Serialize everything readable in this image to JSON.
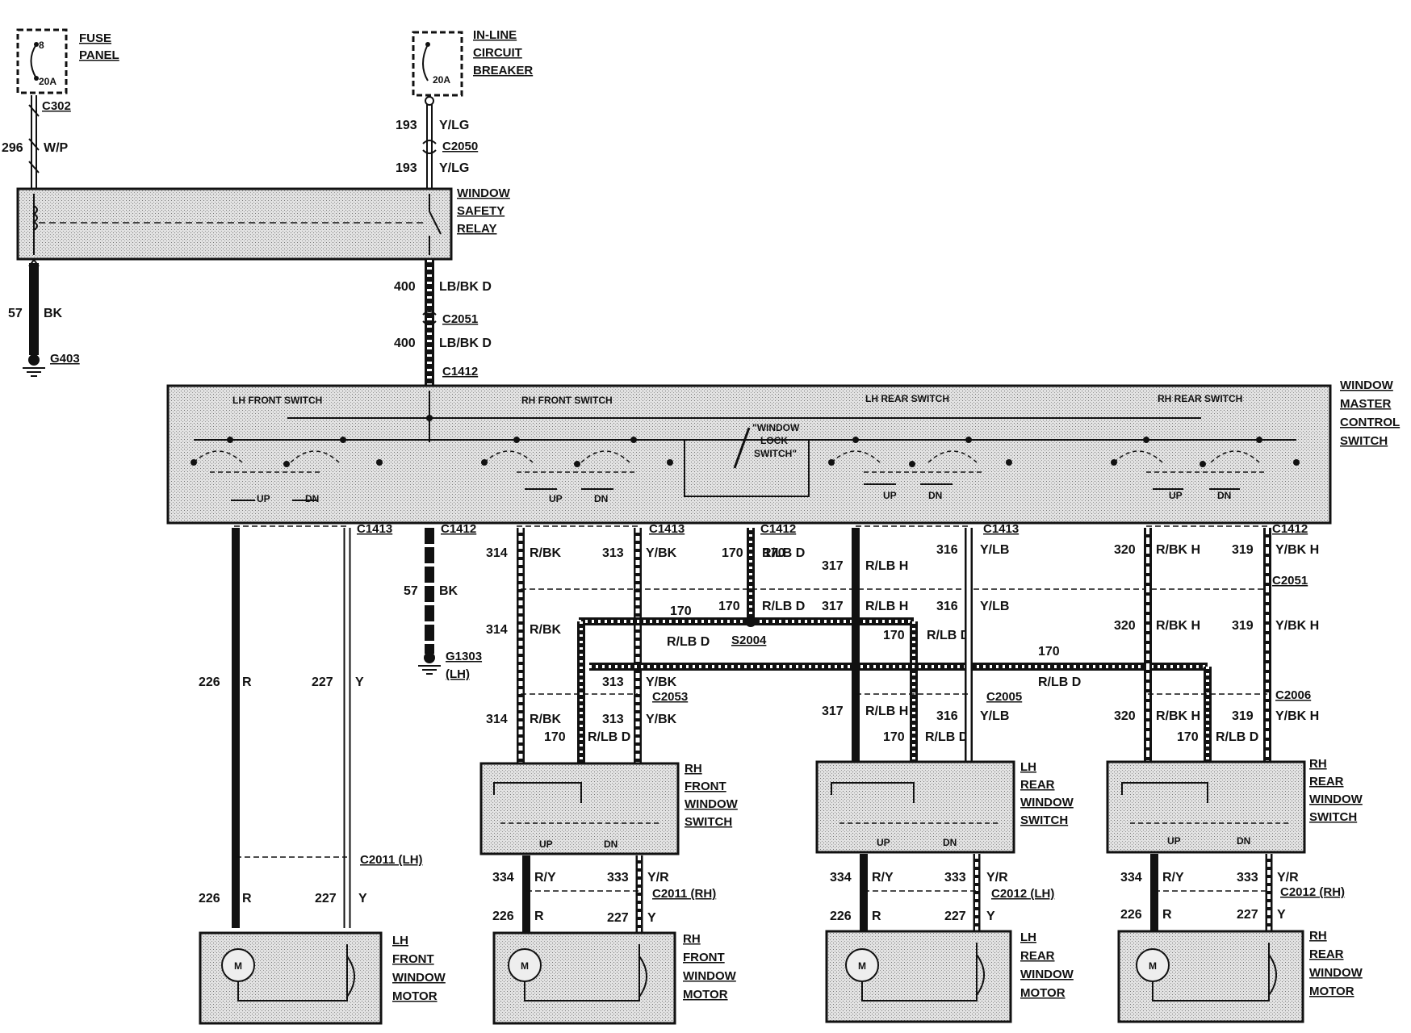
{
  "fuse_panel": {
    "title": [
      "FUSE",
      "PANEL"
    ],
    "fuse_number": "8",
    "rating": "20A"
  },
  "circuit_breaker": {
    "title": [
      "IN-LINE",
      "CIRCUIT",
      "BREAKER"
    ],
    "rating": "20A"
  },
  "window_safety_relay": {
    "title": [
      "WINDOW",
      "SAFETY",
      "RELAY"
    ]
  },
  "master_switch": {
    "title": [
      "WINDOW",
      "MASTER",
      "CONTROL",
      "SWITCH"
    ],
    "sections": [
      "LH FRONT SWITCH",
      "RH FRONT SWITCH",
      "LH REAR SWITCH",
      "RH REAR SWITCH"
    ],
    "lock_switch": [
      "\"WINDOW",
      "LOCK",
      "SWITCH\""
    ],
    "up": "UP",
    "dn": "DN"
  },
  "connectors": {
    "c302": "C302",
    "c2050": "C2050",
    "c2051": "C2051",
    "c1412": "C1412",
    "c1413": "C1413",
    "c2053": "C2053",
    "c2005": "C2005",
    "c2006": "C2006",
    "c2011_lh": "C2011 (LH)",
    "c2011_rh": "C2011 (RH)",
    "c2012_lh": "C2012 (LH)",
    "c2012_rh": "C2012 (RH)",
    "s2004": "S2004"
  },
  "grounds": {
    "g403": "G403",
    "g1303": "G1303",
    "g1303_note": "(LH)"
  },
  "wires": {
    "w296": {
      "num": "296",
      "color": "W/P"
    },
    "w193": {
      "num": "193",
      "color": "Y/LG"
    },
    "w400": {
      "num": "400",
      "color": "LB/BK D"
    },
    "w57": {
      "num": "57",
      "color": "BK"
    },
    "w226": {
      "num": "226",
      "color": "R"
    },
    "w227": {
      "num": "227",
      "color": "Y"
    },
    "w314": {
      "num": "314",
      "color": "R/BK"
    },
    "w313": {
      "num": "313",
      "color": "Y/BK"
    },
    "w170": {
      "num": "170",
      "color": "R/LB D"
    },
    "w317": {
      "num": "317",
      "color": "R/LB H"
    },
    "w316": {
      "num": "316",
      "color": "Y/LB"
    },
    "w320": {
      "num": "320",
      "color": "R/BK H"
    },
    "w319": {
      "num": "319",
      "color": "Y/BK H"
    },
    "w334": {
      "num": "334",
      "color": "R/Y"
    },
    "w333": {
      "num": "333",
      "color": "Y/R"
    }
  },
  "components": {
    "rh_front_switch": [
      "RH",
      "FRONT",
      "WINDOW",
      "SWITCH"
    ],
    "lh_rear_switch": [
      "LH",
      "REAR",
      "WINDOW",
      "SWITCH"
    ],
    "rh_rear_switch": [
      "RH",
      "REAR",
      "WINDOW",
      "SWITCH"
    ],
    "lh_front_motor": [
      "LH",
      "FRONT",
      "WINDOW",
      "MOTOR"
    ],
    "rh_front_motor": [
      "RH",
      "FRONT",
      "WINDOW",
      "MOTOR"
    ],
    "lh_rear_motor": [
      "LH",
      "REAR",
      "WINDOW",
      "MOTOR"
    ],
    "rh_rear_motor": [
      "RH",
      "REAR",
      "WINDOW",
      "MOTOR"
    ],
    "motor_symbol": "M"
  }
}
